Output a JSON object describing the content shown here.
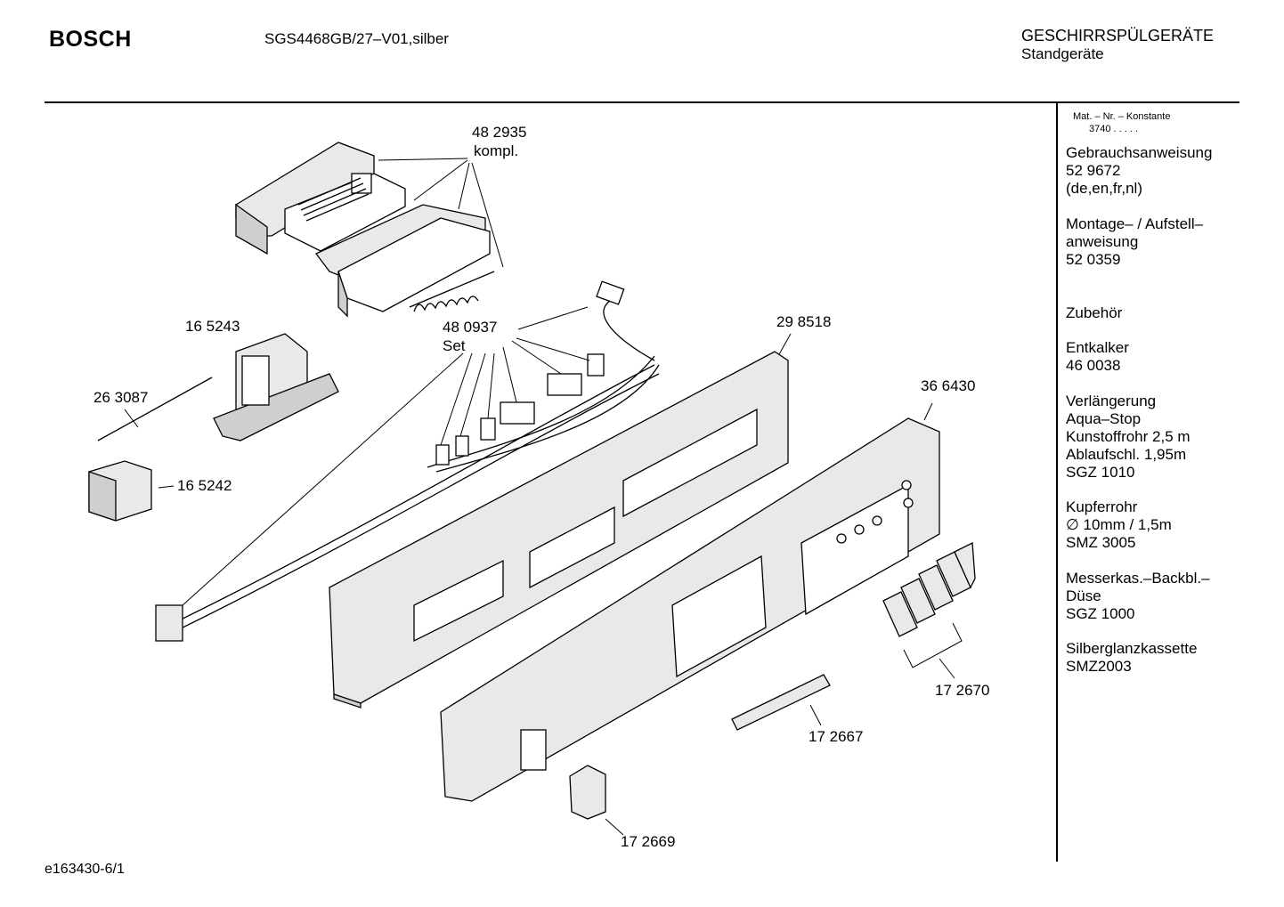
{
  "header": {
    "brand": "BOSCH",
    "model": "SGS4468GB/27–V01,silber",
    "category_line1": "GESCHIRRSPÜLGERÄTE",
    "category_line2": "Standgeräte"
  },
  "sidebar": {
    "mat_label": "Mat. – Nr. – Konstante",
    "mat_value": "3740  .   .   .   .   .",
    "items": [
      "Gebrauchsanweisung",
      "52 9672",
      "(de,en,fr,nl)",
      "Montage– / Aufstell–",
      "anweisung",
      "52 0359",
      "Zubehör",
      "Entkalker",
      "46 0038",
      "Verlängerung",
      "Aqua–Stop",
      "Kunstoffrohr 2,5 m",
      "Ablaufschl. 1,95m",
      "SGZ 1010",
      "Kupferrohr",
      "∅ 10mm / 1,5m",
      "SMZ 3005",
      "Messerkas.–Backbl.–",
      "Düse",
      "SGZ 1000",
      "Silberglanzkassette",
      "SMZ2003"
    ]
  },
  "parts": {
    "p482935": "48 2935",
    "p482935_note": "kompl.",
    "p165243": "16 5243",
    "p263087": "26 3087",
    "p165242": "16 5242",
    "p480937": "48 0937",
    "p480937_note": "Set",
    "p298518": "29 8518",
    "p366430": "36 6430",
    "p172670": "17 2670",
    "p172667": "17 2667",
    "p172669": "17 2669"
  },
  "footer": {
    "code": "e163430-6/1"
  }
}
